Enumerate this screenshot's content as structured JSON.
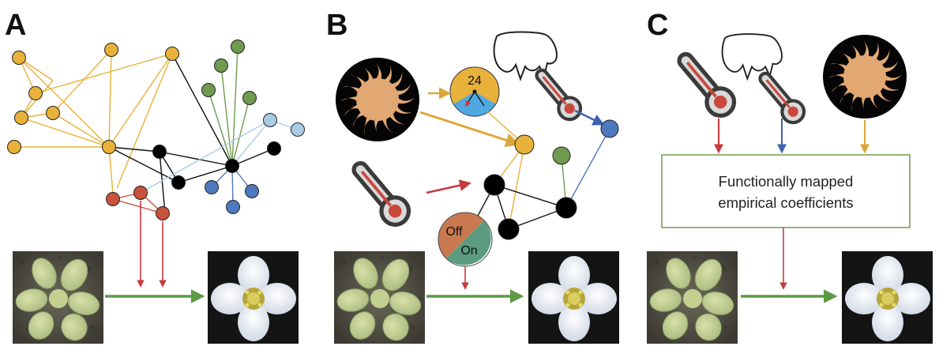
{
  "panels": {
    "a": {
      "letter": "A"
    },
    "b": {
      "letter": "B"
    },
    "c": {
      "letter": "C"
    }
  },
  "clock": {
    "label": "24"
  },
  "switch": {
    "off_label": "Off",
    "on_label": "On"
  },
  "empirical_box": {
    "line1": "Functionally mapped",
    "line2": "empirical coefficients"
  },
  "icons": {
    "sun": "sun-icon",
    "thermometer": "thermometer-icon",
    "frost": "frost-cloud-icon",
    "clock": "clock-icon",
    "switch": "on-off-switch-icon",
    "rosette": "plant-rosette-photo",
    "flower": "flower-photo"
  },
  "colors": {
    "yellow": "#E8B13A",
    "black": "#000000",
    "green": "#6E9B4F",
    "blue": "#4F79BE",
    "light_blue": "#A9CCE3",
    "red": "#C8523B",
    "arrow_red": "#C8393F",
    "arrow_green": "#5E9A45",
    "sun_fill": "#E2A873",
    "clock_blue": "#4FA9E0"
  }
}
